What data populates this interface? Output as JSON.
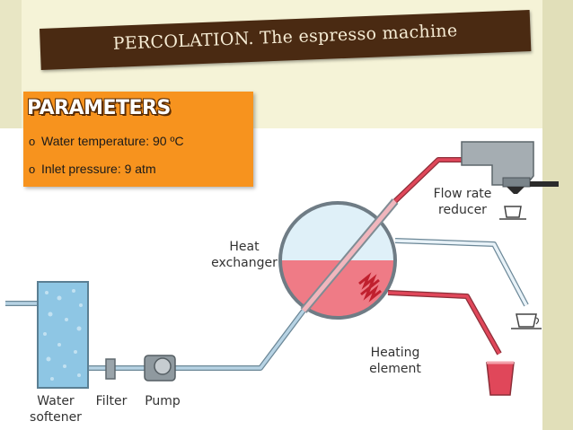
{
  "slide": {
    "title": "PERCOLATION. The espresso machine"
  },
  "parameters": {
    "heading": "PARAMETERS",
    "items": [
      {
        "bullet": "o",
        "text": "Water temperature: 90 ºC"
      },
      {
        "bullet": "o",
        "text": "Inlet pressure: 9 atm"
      }
    ]
  },
  "diagram": {
    "labels": {
      "flow_rate_reducer": [
        "Flow rate",
        "reducer"
      ],
      "heat_exchanger": [
        "Heat",
        "exchanger"
      ],
      "heating_element": [
        "Heating",
        "element"
      ],
      "water_softener": [
        "Water",
        "softener"
      ],
      "filter": "Filter",
      "pump": "Pump"
    },
    "colors": {
      "cold_pipe": "#b7d3e4",
      "hot_pipe": "#e0475a",
      "hot_water": "#ef7b86",
      "tank_outline": "#6f7c85",
      "softener": "#8ec6e4",
      "param_box": "#f7931e",
      "banner": "#4a2a12"
    }
  }
}
